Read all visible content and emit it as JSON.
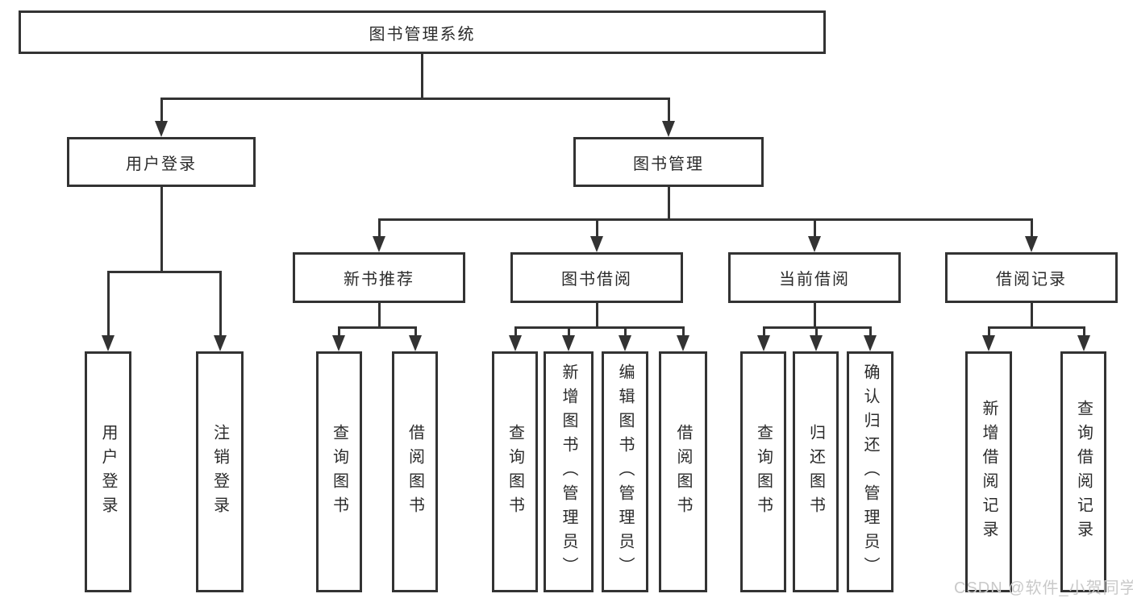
{
  "tree": {
    "root": {
      "label": "图书管理系统"
    },
    "branches": [
      {
        "label": "用户登录",
        "children": [
          {
            "label": "用户登录"
          },
          {
            "label": "注销登录"
          }
        ]
      },
      {
        "label": "图书管理",
        "children": [
          {
            "label": "新书推荐",
            "children": [
              {
                "label": "查询图书"
              },
              {
                "label": "借阅图书"
              }
            ]
          },
          {
            "label": "图书借阅",
            "children": [
              {
                "label": "查询图书"
              },
              {
                "label": "新增图书（管理员）"
              },
              {
                "label": "编辑图书（管理员）"
              },
              {
                "label": "借阅图书"
              }
            ]
          },
          {
            "label": "当前借阅",
            "children": [
              {
                "label": "查询图书"
              },
              {
                "label": "归还图书"
              },
              {
                "label": "确认归还（管理员）"
              }
            ]
          },
          {
            "label": "借阅记录",
            "children": [
              {
                "label": "新增借阅记录"
              },
              {
                "label": "查询借阅记录"
              }
            ]
          }
        ]
      }
    ]
  },
  "watermark": "CSDN @软件_小贺同学",
  "colors": {
    "line": "#333333",
    "text": "#2b2b2b",
    "box_fill": "#ffffff",
    "watermark": "#c9c9c9"
  }
}
